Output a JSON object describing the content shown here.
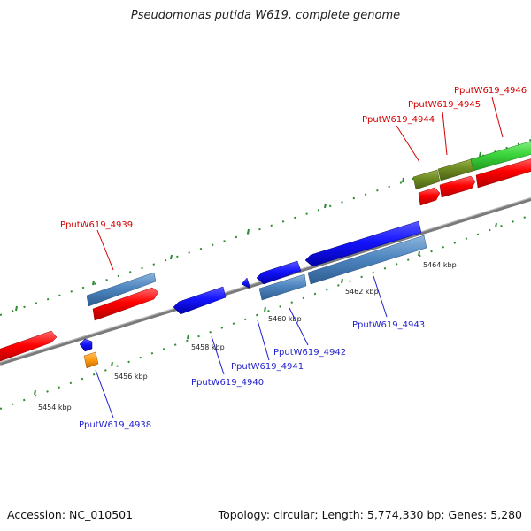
{
  "title": "Pseudomonas putida W619, complete genome",
  "footer": {
    "accession": "Accession: NC_010501",
    "summary": "Topology: circular; Length: 5,774,330 bp; Genes: 5,280"
  },
  "colors": {
    "forward_label": "#d40000",
    "reverse_label": "#1f1fcc",
    "backbone": "#8a8a8a",
    "tick": "#2e8b2e"
  },
  "ruler": [
    {
      "label": "5454 kbp"
    },
    {
      "label": "5456 kbp"
    },
    {
      "label": "5458 kbp"
    },
    {
      "label": "5460 kbp"
    },
    {
      "label": "5462 kbp"
    },
    {
      "label": "5464 kbp"
    }
  ],
  "gene_labels": {
    "forward": [
      "PputW619_4939",
      "PputW619_4944",
      "PputW619_4945",
      "PputW619_4946"
    ],
    "reverse": [
      "PputW619_4938",
      "PputW619_4940",
      "PputW619_4941",
      "PputW619_4942",
      "PputW619_4943"
    ]
  }
}
